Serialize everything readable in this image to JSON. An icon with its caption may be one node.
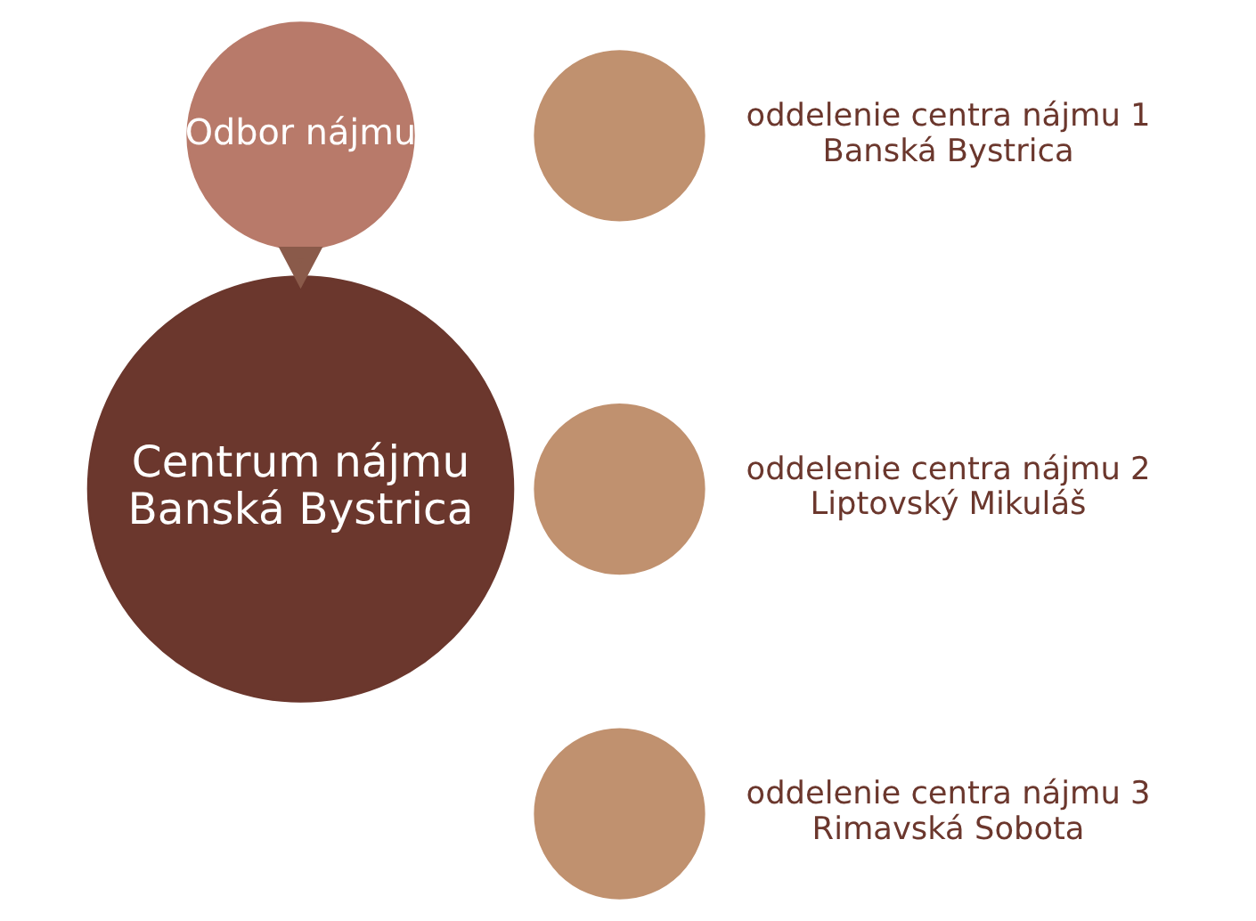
{
  "diagram": {
    "nodes": [
      {
        "text": [
          "Odbor nájmu"
        ]
      },
      {
        "text": [
          "Centrum nájmu Banská Bystrica"
        ]
      },
      {
        "text": [],
        "shape": "circle",
        "beside": [
          "oddelenie centra nájmu 1 Banská Bystrica"
        ]
      },
      {
        "text": [],
        "shape": "circle",
        "beside": [
          "oddelenie centra nájmu 2 Liptovský Mikuláš"
        ]
      },
      {
        "text": [],
        "shape": "circle",
        "beside": [
          "oddelenie centra nájmu 3 Rimavská Sobota"
        ]
      }
    ],
    "edges": [
      {
        "from": 0,
        "to": 1,
        "arrow": "to",
        "style": "thick"
      }
    ]
  }
}
